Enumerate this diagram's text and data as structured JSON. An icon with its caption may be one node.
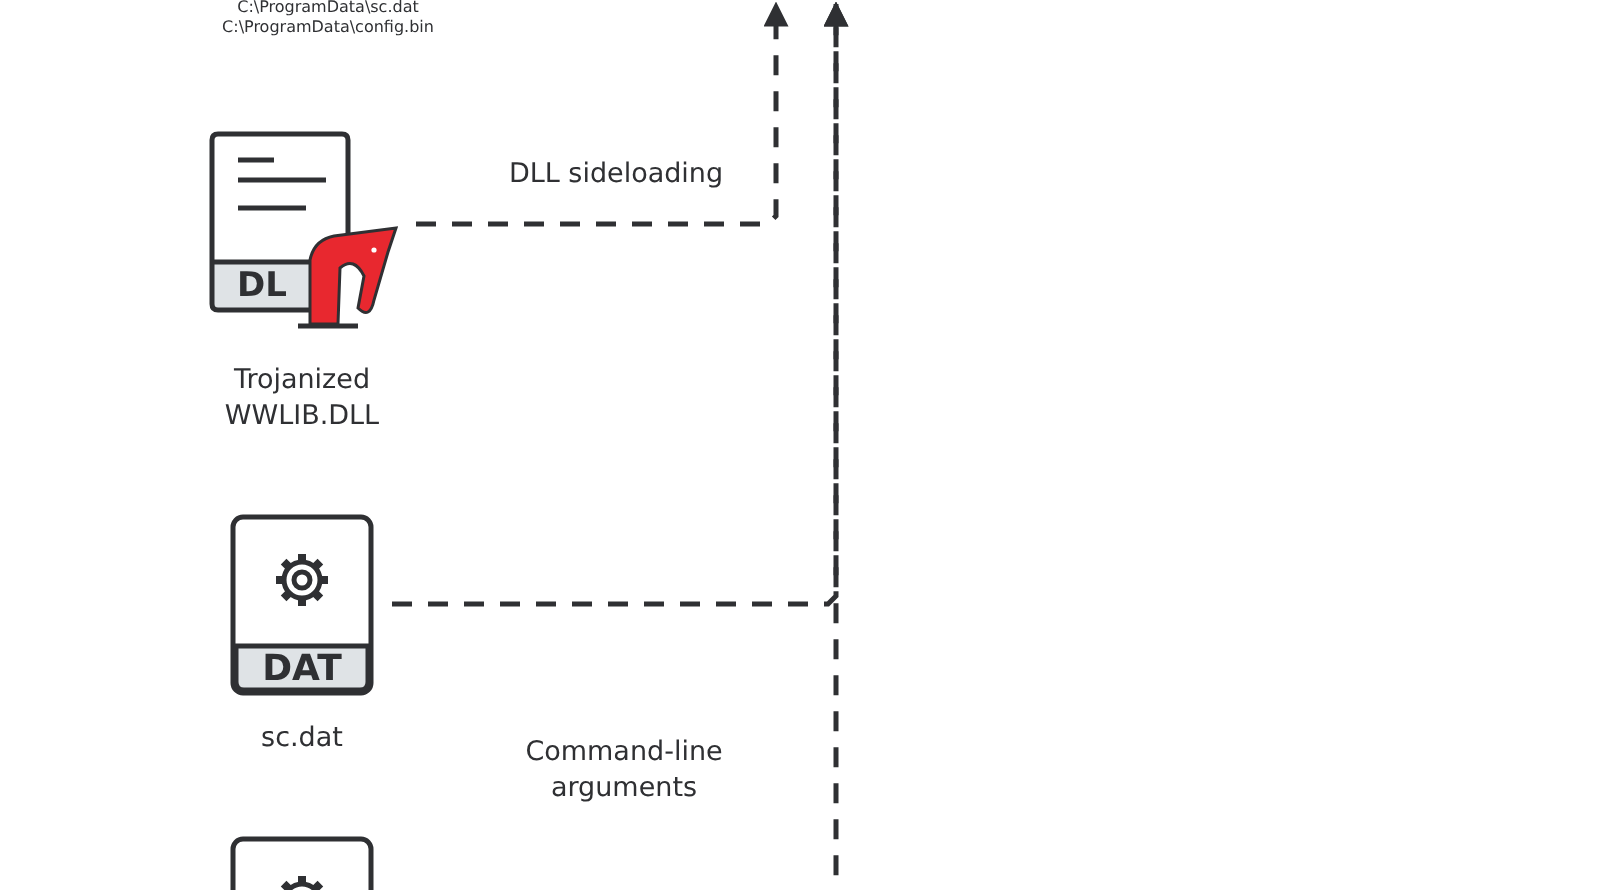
{
  "diagram": {
    "nodes": [
      {
        "text": [
          "DL"
        ],
        "beside": [
          "Trojanized WWLIB.DLL"
        ]
      },
      {
        "text": [
          "DAT"
        ],
        "beside": [
          "sc.dat"
        ]
      },
      {
        "text": [],
        "shape": "picture"
      }
    ],
    "edges": [
      {
        "from": 0,
        "to": null,
        "arrow": "to",
        "label": "DLL sideloading",
        "style": "dashed"
      },
      {
        "from": 1,
        "to": null,
        "arrow": "to",
        "style": "dashed"
      },
      {
        "from": 2,
        "to": null,
        "arrow": "to",
        "style": "dashed"
      }
    ],
    "labels": [
      "C:\\ProgramData\\sc.dat",
      "C:\\ProgramData\\config.bin",
      "Command-line arguments"
    ]
  }
}
